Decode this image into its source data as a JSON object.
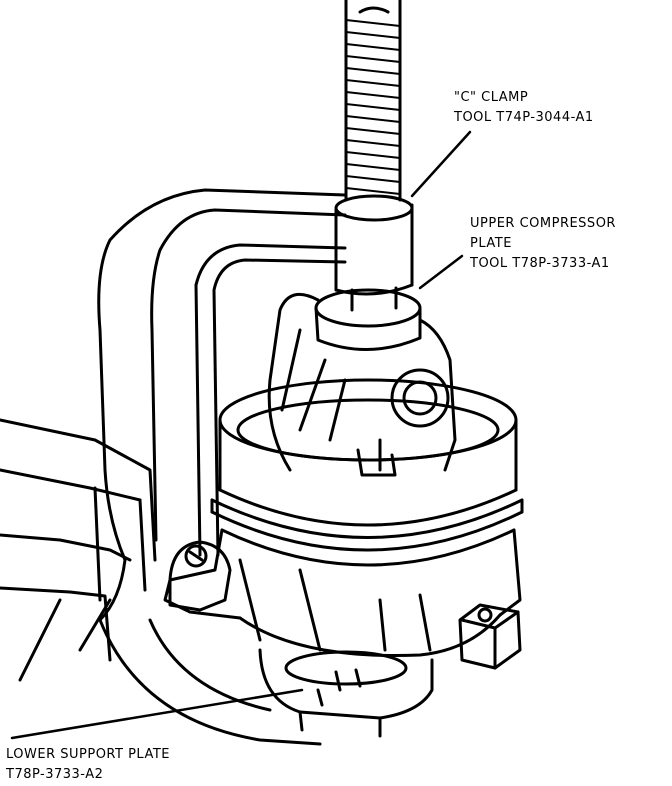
{
  "labels": {
    "c_clamp": {
      "line1": "\"C\" CLAMP",
      "line2": "TOOL T74P-3044-A1"
    },
    "upper_plate": {
      "line1": "UPPER COMPRESSOR",
      "line2": "PLATE",
      "line3": "TOOL T78P-3733-A1"
    },
    "lower_plate": {
      "line1": "LOWER SUPPORT PLATE",
      "line2": "T78P-3733-A2"
    }
  }
}
